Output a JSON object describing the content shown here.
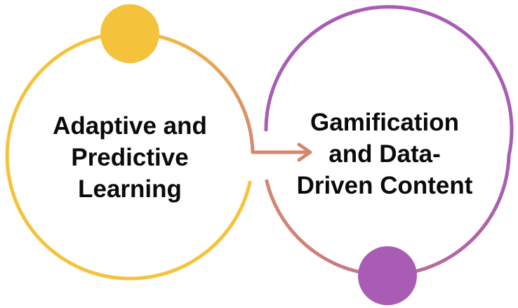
{
  "nodes": [
    {
      "lines": [
        "Adaptive and",
        "Predictive",
        "Learning"
      ],
      "color": "#f5c33b"
    },
    {
      "lines": [
        "Gamification",
        "and Data-",
        "Driven Content"
      ],
      "color": "#a95cb3"
    }
  ],
  "connector_color": "#d4876f"
}
